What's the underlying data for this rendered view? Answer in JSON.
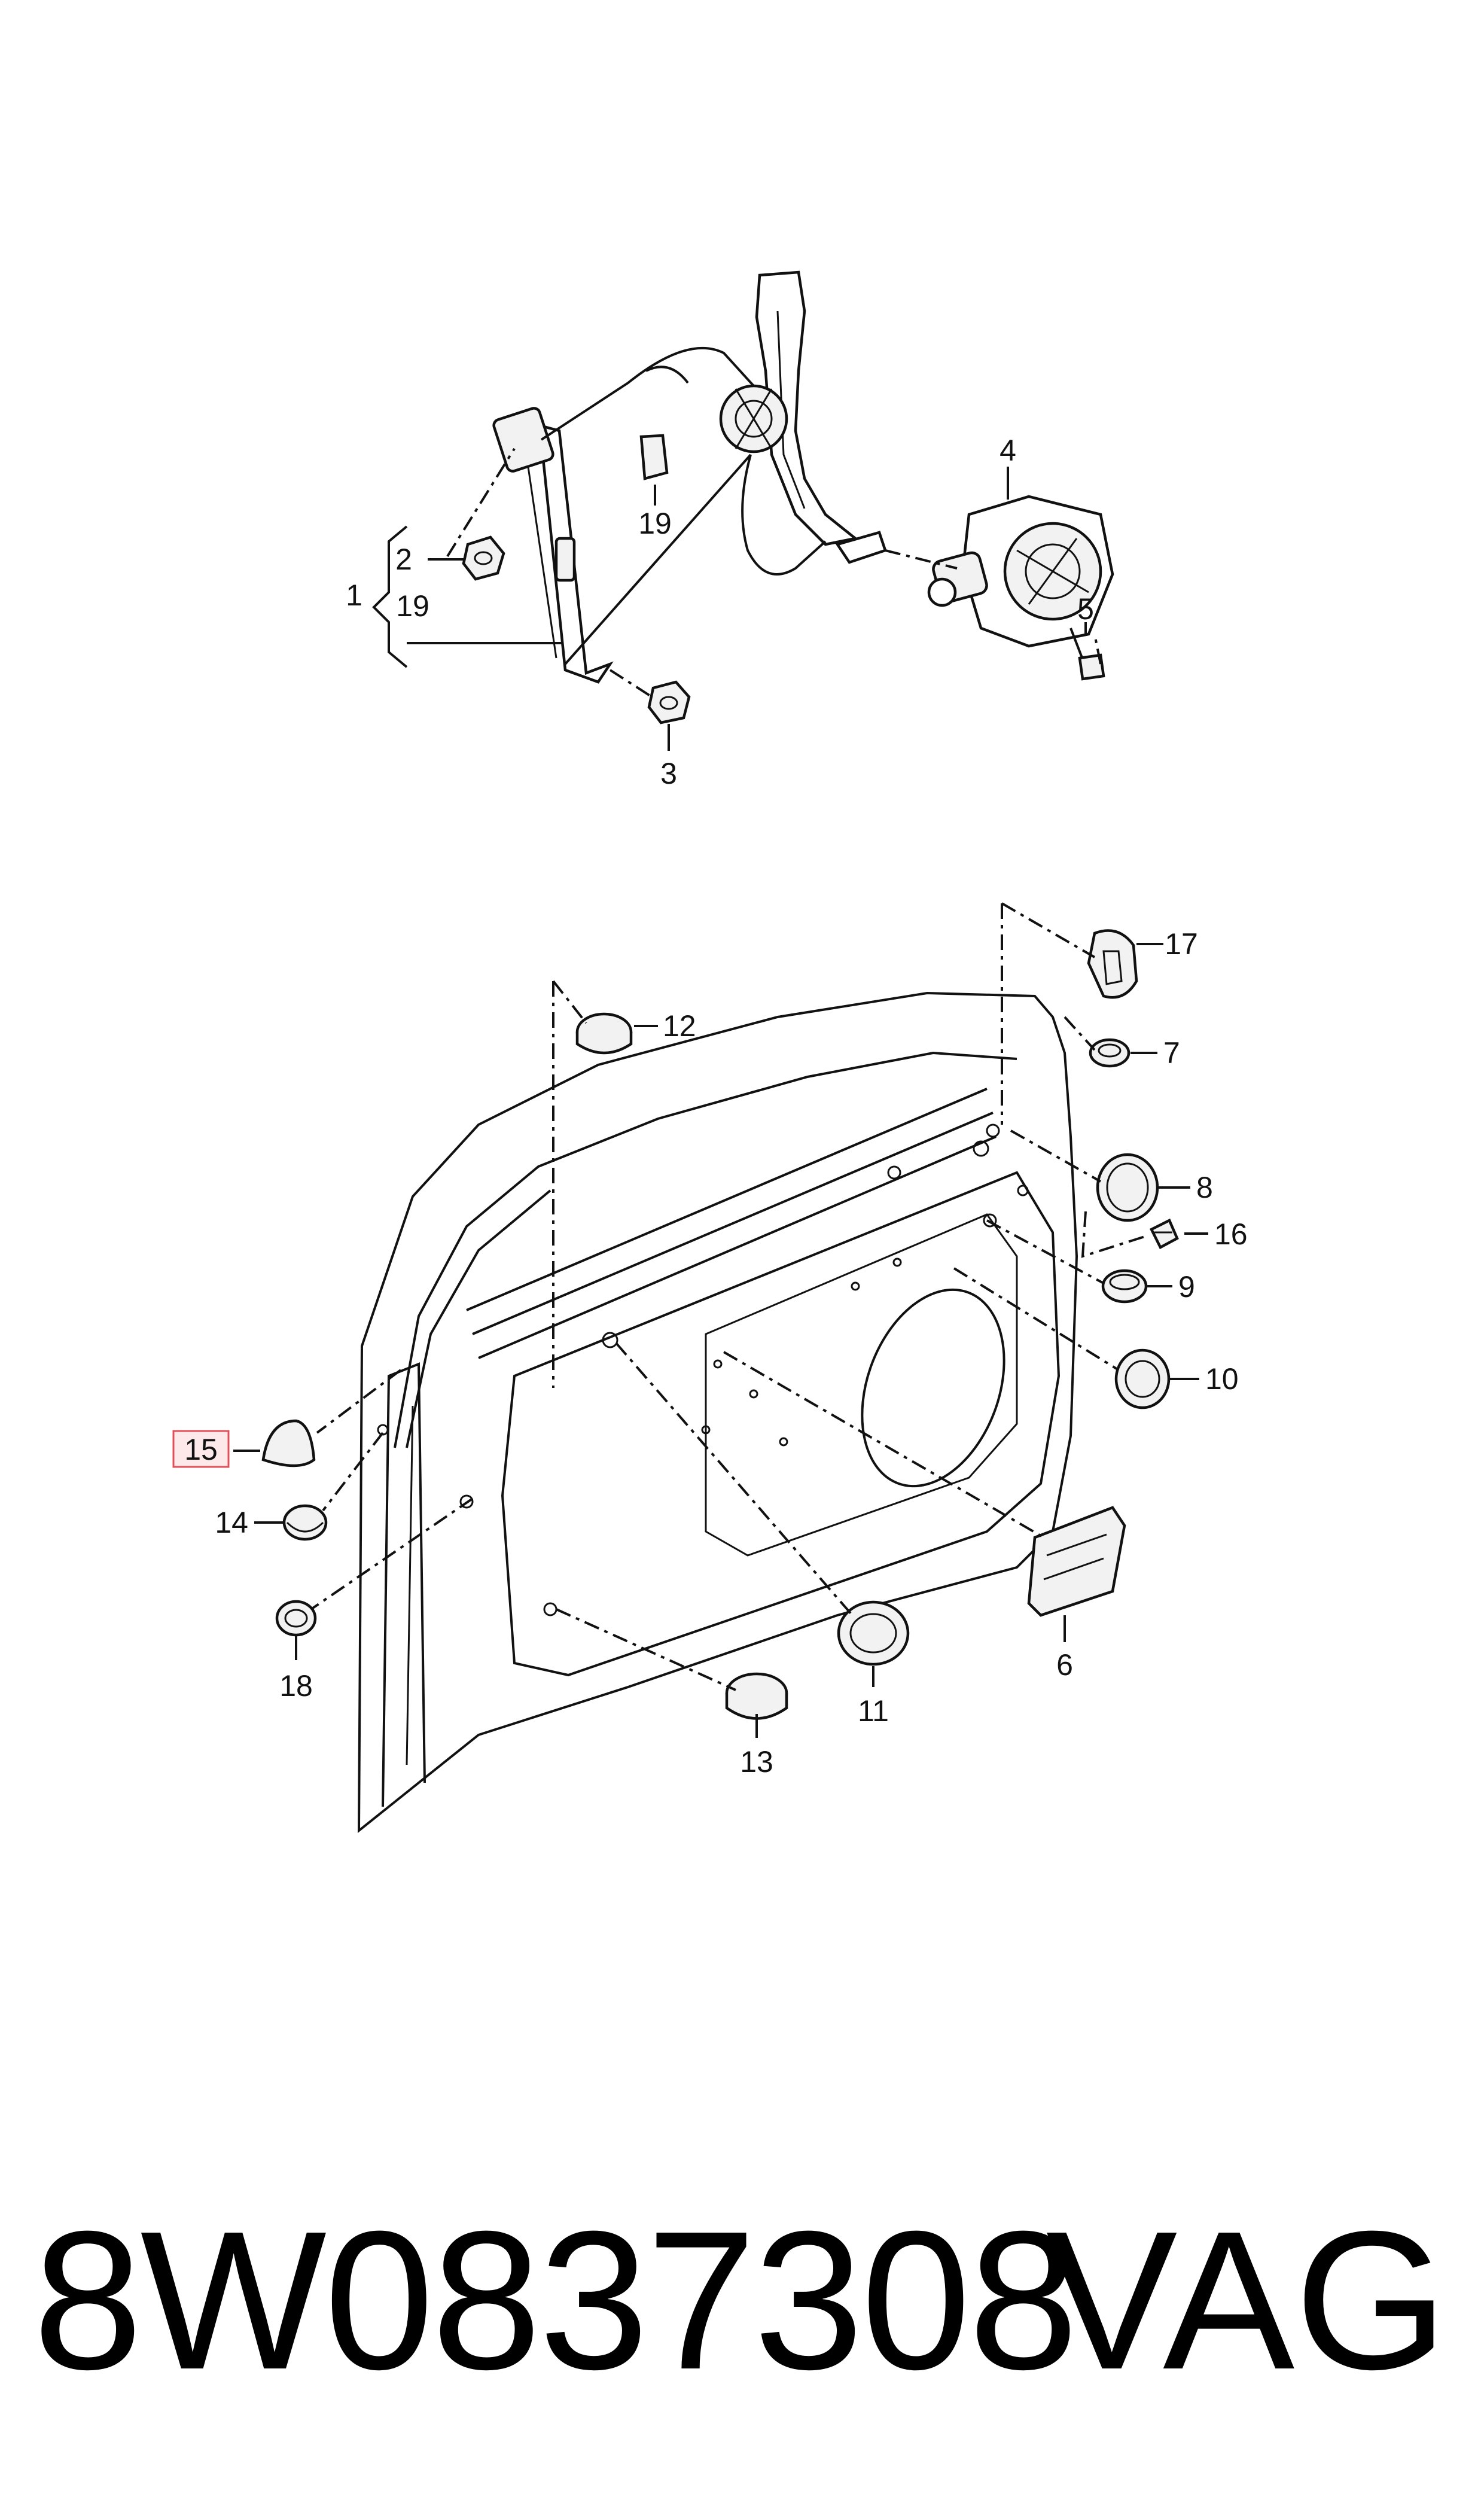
{
  "diagram": {
    "callouts": {
      "c1": "1",
      "c2": "2",
      "c3": "3",
      "c4": "4",
      "c5": "5",
      "c6": "6",
      "c7": "7",
      "c8": "8",
      "c9": "9",
      "c10": "10",
      "c11": "11",
      "c12": "12",
      "c13": "13",
      "c14": "14",
      "c15": "15",
      "c16": "16",
      "c17": "17",
      "c18": "18",
      "c19a": "19",
      "c19b": "19"
    },
    "highlighted_callout": "15",
    "highlight_color": "#e0505a"
  },
  "footer": {
    "part_number": "8W0837308",
    "brand": "VAG"
  }
}
